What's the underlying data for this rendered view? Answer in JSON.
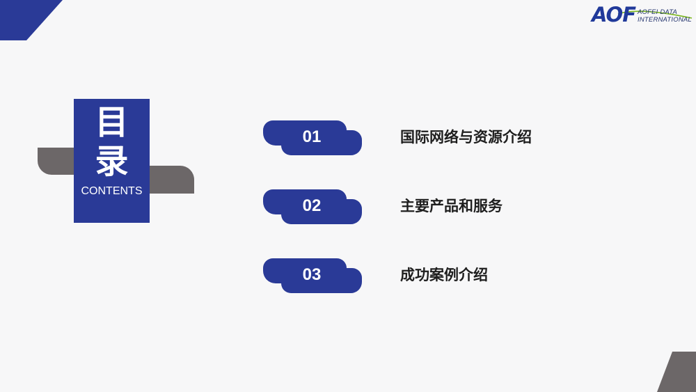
{
  "colors": {
    "primary_blue": "#2a3a97",
    "gray": "#6c6768",
    "logo_green": "#7ab51d"
  },
  "logo": {
    "mark": "AOF",
    "line1": "AOFEI DATA",
    "line2": "INTERNATIONAL"
  },
  "title": {
    "char1": "目",
    "char2": "录",
    "subtitle": "CONTENTS"
  },
  "items": [
    {
      "number": "01",
      "label": "国际网络与资源介绍"
    },
    {
      "number": "02",
      "label": "主要产品和服务"
    },
    {
      "number": "03",
      "label": "成功案例介绍"
    }
  ]
}
